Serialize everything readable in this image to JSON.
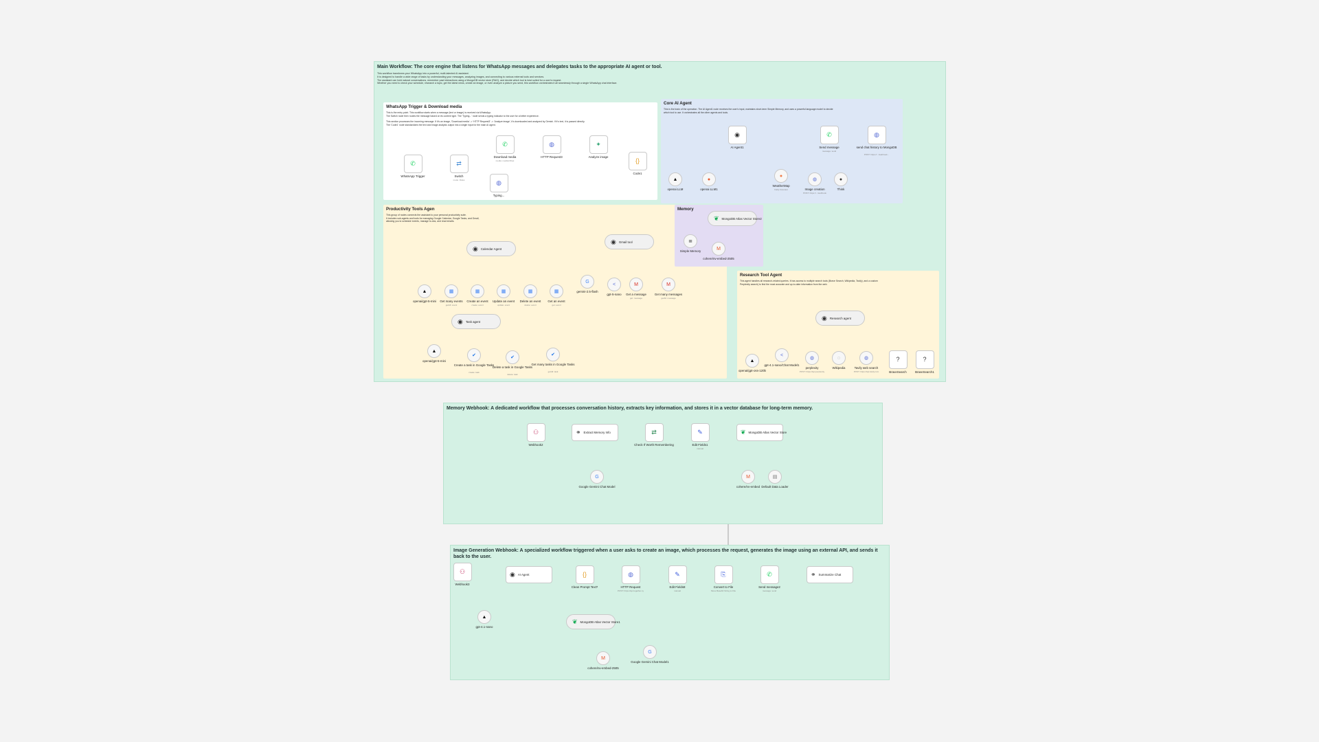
{
  "main_workflow": {
    "title": "Main Workflow: The core engine that listens for WhatsApp messages and delegates tasks to the appropriate AI agent or tool.",
    "description": [
      "This workflow transforms your WhatsApp into a powerful, multi-talented AI assistant.",
      "It is designed to handle a wide range of tasks by understanding your messages, analyzing images, and connecting to various external tools and services.",
      "The assistant can hold natural conversations, remember past interactions using a MongoDB vector store (RAG), and decide which tool is best suited for a user's request.",
      "Whether you need to check your schedule, research a topic, get the latest news, create an image, or even analyze a picture you send, this workflow orchestrates it all seamlessly through a single WhatsApp chat interface."
    ]
  },
  "notes": {
    "whatsapp": {
      "title": "WhatsApp Trigger & Download media",
      "lines": [
        "This is the entry point. This workflow starts when a message (text or image) is received via WhatsApp.",
        "The Switch node then routes the message based on its content type. The 'Typing...' node sends a typing indicator to the user for a better experience.",
        "",
        "This section processes the incoming message. If it's an image, 'Download media' -> 'HTTP Request3' -> 'Analyze image', it's downloaded and analyzed by Gemini. If it's text, it is passed directly.",
        "The 'Code1' node standardizes the text and image analysis output into a single input for the main AI agent."
      ]
    },
    "core": {
      "title": "Core AI Agent",
      "lines": [
        "This is the brain of the operation. The AI Agent1 node receives the user's input, maintains short-term Simple Memory, and uses a powerful language model to decide",
        "which tool to use. It orchestrates all the other agents and tools."
      ]
    },
    "productivity": {
      "title": "Productivity Tools Agen",
      "lines": [
        "This group of nodes connects the assistant to your personal productivity suite.",
        "It includes sub-agents and tools for managing Google Calendar, Google Tasks, and Gmail,",
        "allowing you to schedule events, manage to-dos, and read emails."
      ]
    },
    "memory": {
      "title": "Memory"
    },
    "research": {
      "title": "Research Tool Agent",
      "lines": [
        "This agent handles all research-related queries. It has access to multiple search tools (Brave Search, Wikipedia, Tavily), and a custom",
        "Perplexity search) to find the most accurate and up-to-date information from the web."
      ]
    }
  },
  "memory_webhook": {
    "title": "Memory Webhook: A dedicated workflow that processes conversation history, extracts key information, and stores it in a vector database for long-term memory."
  },
  "image_webhook": {
    "title": "Image Generation Webhook: A specialized workflow triggered when a user asks to create an image, which processes the request, generates the image using an external API, and sends it back to the user."
  },
  "nodes": [
    {
      "id": "wa_trigger",
      "label": "WhatsApp Trigger",
      "icon": "✆",
      "color": "#25d366"
    },
    {
      "id": "switch",
      "label": "Switch",
      "sub": "mode: Rules",
      "icon": "⇄",
      "color": "#4a8fd6"
    },
    {
      "id": "download_media",
      "label": "Download media",
      "sub": "media: mediaUrlGet",
      "icon": "✆",
      "color": "#25d366"
    },
    {
      "id": "http3",
      "label": "HTTP Request3",
      "icon": "◍",
      "color": "#5a6fd6"
    },
    {
      "id": "analyze",
      "label": "Analyze image",
      "icon": "✦",
      "color": "#3aa87a"
    },
    {
      "id": "typing",
      "label": "Typing...",
      "icon": "◍",
      "color": "#5a6fd6"
    },
    {
      "id": "code1",
      "label": "Code1",
      "icon": "{}",
      "color": "#e3a12e"
    },
    {
      "id": "ai_agent1",
      "label": "AI Agent1",
      "icon": "◉",
      "color": "#333"
    },
    {
      "id": "send_message",
      "label": "Send message",
      "sub": "message: send",
      "icon": "✆",
      "color": "#25d366"
    },
    {
      "id": "send_history",
      "label": "send chat history to MongoDB",
      "sub": "POST: https://.../webhook...",
      "icon": "◍",
      "color": "#5a6fd6"
    },
    {
      "id": "llm1",
      "label": "openai LLM",
      "icon": "▲",
      "color": "#111"
    },
    {
      "id": "llm2",
      "label": "openai LLM1",
      "icon": "●",
      "color": "#e4572e"
    },
    {
      "id": "weather",
      "label": "WeatherMap",
      "sub": "Daily Forecast",
      "icon": "●",
      "color": "#ef7b45"
    },
    {
      "id": "image_creation",
      "label": "Image creation",
      "sub": "POST: https://.../webhook",
      "icon": "◍",
      "color": "#5a6fd6"
    },
    {
      "id": "think",
      "label": "Think",
      "icon": "●",
      "color": "#333"
    },
    {
      "id": "mongo2",
      "label": "MongoDB Atlas Vector Store2",
      "icon": "❦",
      "color": "#13aa52"
    },
    {
      "id": "simple_memory",
      "label": "Simple Memory",
      "icon": "≣",
      "color": "#444"
    },
    {
      "id": "embed1",
      "label": "cohere/nv-embed-2505",
      "icon": "M",
      "color": "#e4572e"
    },
    {
      "id": "calendar_agent",
      "label": "Calendar Agent",
      "icon": "◉",
      "color": "#333"
    },
    {
      "id": "gmail_tool",
      "label": "Gmail tool",
      "icon": "◉",
      "color": "#333"
    },
    {
      "id": "gpt5mini_a",
      "label": "openai/gpt-5-mini",
      "icon": "▲",
      "color": "#111"
    },
    {
      "id": "get_many_events",
      "label": "Get many events",
      "sub": "getAll: event",
      "icon": "▦",
      "color": "#4285f4"
    },
    {
      "id": "create_event",
      "label": "Create an event",
      "sub": "create: event",
      "icon": "▦",
      "color": "#4285f4"
    },
    {
      "id": "update_event",
      "label": "Update an event",
      "sub": "update: event",
      "icon": "▦",
      "color": "#4285f4"
    },
    {
      "id": "delete_event",
      "label": "Delete an event",
      "sub": "delete: event",
      "icon": "▦",
      "color": "#4285f4"
    },
    {
      "id": "get_event",
      "label": "Get an event",
      "sub": "get: event",
      "icon": "▦",
      "color": "#4285f4"
    },
    {
      "id": "gemini_flash",
      "label": "gemini-2.5-flash",
      "icon": "G",
      "color": "#4285f4"
    },
    {
      "id": "gpt5nano",
      "label": "gpt-5-nano",
      "icon": "<",
      "color": "#5a6fd6"
    },
    {
      "id": "get_message",
      "label": "Get a message",
      "sub": "get: message",
      "icon": "M",
      "color": "#d93025"
    },
    {
      "id": "get_many_messages",
      "label": "Get many messages",
      "sub": "getAll: message",
      "icon": "M",
      "color": "#d93025"
    },
    {
      "id": "task_agent",
      "label": "Task agent",
      "icon": "◉",
      "color": "#333"
    },
    {
      "id": "gpt5mini_b",
      "label": "openai/gpt-5-mini",
      "icon": "▲",
      "color": "#111"
    },
    {
      "id": "create_task",
      "label": "Create a task in Google Tasks",
      "sub": "create: task",
      "icon": "✔",
      "color": "#1a73e8"
    },
    {
      "id": "delete_task",
      "label": "Delete a task in Google Tasks",
      "sub": "delete: task",
      "icon": "✔",
      "color": "#1a73e8"
    },
    {
      "id": "get_many_tasks",
      "label": "Get many tasks in Google Tasks",
      "sub": "getAll: task",
      "icon": "✔",
      "color": "#1a73e8"
    },
    {
      "id": "research_agent",
      "label": "Research agent",
      "icon": "◉",
      "color": "#333"
    },
    {
      "id": "gpt_oss",
      "label": "openai/gpt-oss-120b",
      "icon": "▲",
      "color": "#111"
    },
    {
      "id": "gpt41nano",
      "label": "gpt-4.1-nano/Chat Model1",
      "icon": "<",
      "color": "#5a6fd6"
    },
    {
      "id": "perplexity",
      "label": "perplexity",
      "sub": "POST: https://api.perplexity",
      "icon": "◍",
      "color": "#5a6fd6"
    },
    {
      "id": "wikipedia",
      "label": "Wikipedia",
      "icon": "◌",
      "color": "#777"
    },
    {
      "id": "tavily",
      "label": "Tavily web search",
      "sub": "POST: https://api.tavily.com",
      "icon": "◍",
      "color": "#5a6fd6"
    },
    {
      "id": "brave1",
      "label": "BraveSearch",
      "icon": "?",
      "color": "#333"
    },
    {
      "id": "brave2",
      "label": "BraveSearch1",
      "icon": "?",
      "color": "#333"
    },
    {
      "id": "webhook2",
      "label": "Webhook2",
      "icon": "⚇",
      "color": "#c7426e"
    },
    {
      "id": "extract_memory",
      "label": "Extract Memory Info",
      "icon": "⚭",
      "color": "#333"
    },
    {
      "id": "check_worth",
      "label": "Check If Worth Remembering",
      "icon": "⇄",
      "color": "#2e8b57"
    },
    {
      "id": "edit_fields1",
      "label": "Edit Fields1",
      "sub": "manual",
      "icon": "✎",
      "color": "#3b5bdb"
    },
    {
      "id": "mongo_vs",
      "label": "MongoDB Atlas Vector Store",
      "icon": "❦",
      "color": "#13aa52"
    },
    {
      "id": "gemini_chat",
      "label": "Google Gemini Chat Model",
      "icon": "G",
      "color": "#4285f4"
    },
    {
      "id": "embed2",
      "label": "cohere/nv-embed",
      "icon": "M",
      "color": "#e4572e"
    },
    {
      "id": "data_loader",
      "label": "Default Data Loader",
      "icon": "▤",
      "color": "#777"
    },
    {
      "id": "webhook3",
      "label": "Webhook3",
      "icon": "⚇",
      "color": "#c7426e"
    },
    {
      "id": "ai_agent",
      "label": "AI Agent",
      "icon": "◉",
      "color": "#333"
    },
    {
      "id": "clean_prompt",
      "label": "Clean Prompt Text?",
      "icon": "{}",
      "color": "#e3a12e"
    },
    {
      "id": "http_req",
      "label": "HTTP Request",
      "sub": "POST: https://api.together.xy",
      "icon": "◍",
      "color": "#5a6fd6"
    },
    {
      "id": "edit_fields8",
      "label": "Edit Fields8",
      "sub": "manual",
      "icon": "✎",
      "color": "#3b5bdb"
    },
    {
      "id": "convert_file",
      "label": "Convert to File",
      "sub": "Move Base64 String to File",
      "icon": "⎘",
      "color": "#3b5bdb"
    },
    {
      "id": "send_message2",
      "label": "Send message2",
      "sub": "message: send",
      "icon": "✆",
      "color": "#25d366"
    },
    {
      "id": "summarize_chat",
      "label": "Summarize Chat",
      "icon": "⚭",
      "color": "#333"
    },
    {
      "id": "gpt41nano_b",
      "label": "gpt-4.1-nano",
      "icon": "▲",
      "color": "#111"
    },
    {
      "id": "mongo_vs1",
      "label": "MongoDB Atlas Vector Store1",
      "icon": "❦",
      "color": "#13aa52"
    },
    {
      "id": "embed3",
      "label": "cohere/nv-embed-2505",
      "icon": "M",
      "color": "#e4572e"
    },
    {
      "id": "gemini_chat1",
      "label": "Google Gemini Chat Model1",
      "icon": "G",
      "color": "#4285f4"
    }
  ]
}
